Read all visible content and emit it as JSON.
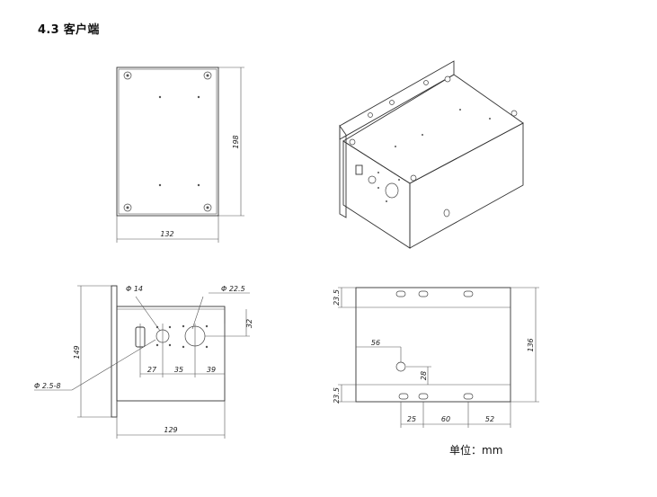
{
  "title": "4.3  客户端",
  "units_label": "单位：mm",
  "top_view": {
    "width_label": "132",
    "height_label": "198"
  },
  "front_view": {
    "hole_small_label": "Φ 14",
    "hole_large_label": "Φ 22.5",
    "screw_hole_label": "Φ 2.5-8",
    "height_label": "149",
    "offset_top_label": "32",
    "spacing_1_label": "27",
    "spacing_2_label": "35",
    "spacing_3_label": "39",
    "width_label": "129"
  },
  "side_view": {
    "flange_top_label": "23.5",
    "flange_bottom_label": "23.5",
    "height_label": "136",
    "hole_x_label": "56",
    "hole_y_label": "28",
    "slot_1_label": "25",
    "slot_2_label": "60",
    "slot_3_label": "52"
  }
}
